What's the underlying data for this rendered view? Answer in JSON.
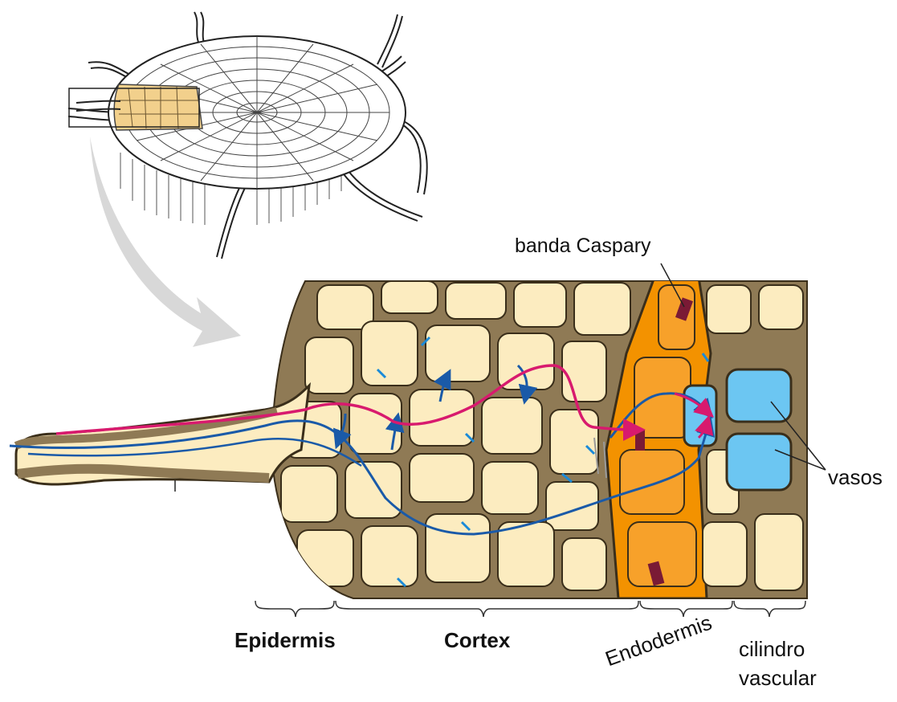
{
  "labels": {
    "banda_caspary": "banda Caspary",
    "vasos": "vasos",
    "epidermis": "Epidermis",
    "cortex": "Cortex",
    "endodermis": "Endodermis",
    "cilindro": "cilindro",
    "vascular": "vascular"
  },
  "colors": {
    "cell_wall": "#8f7a55",
    "cell_wall_outline": "#3a2e1a",
    "cytoplasm": "#fcecc0",
    "endodermis": "#f39200",
    "vessel": "#6cc6f2",
    "caspary_band": "#7a1a35",
    "apoplast_path": "#1a5aa8",
    "symplast_path": "#d81a6e",
    "arrow_gray": "#d8d8d8"
  }
}
